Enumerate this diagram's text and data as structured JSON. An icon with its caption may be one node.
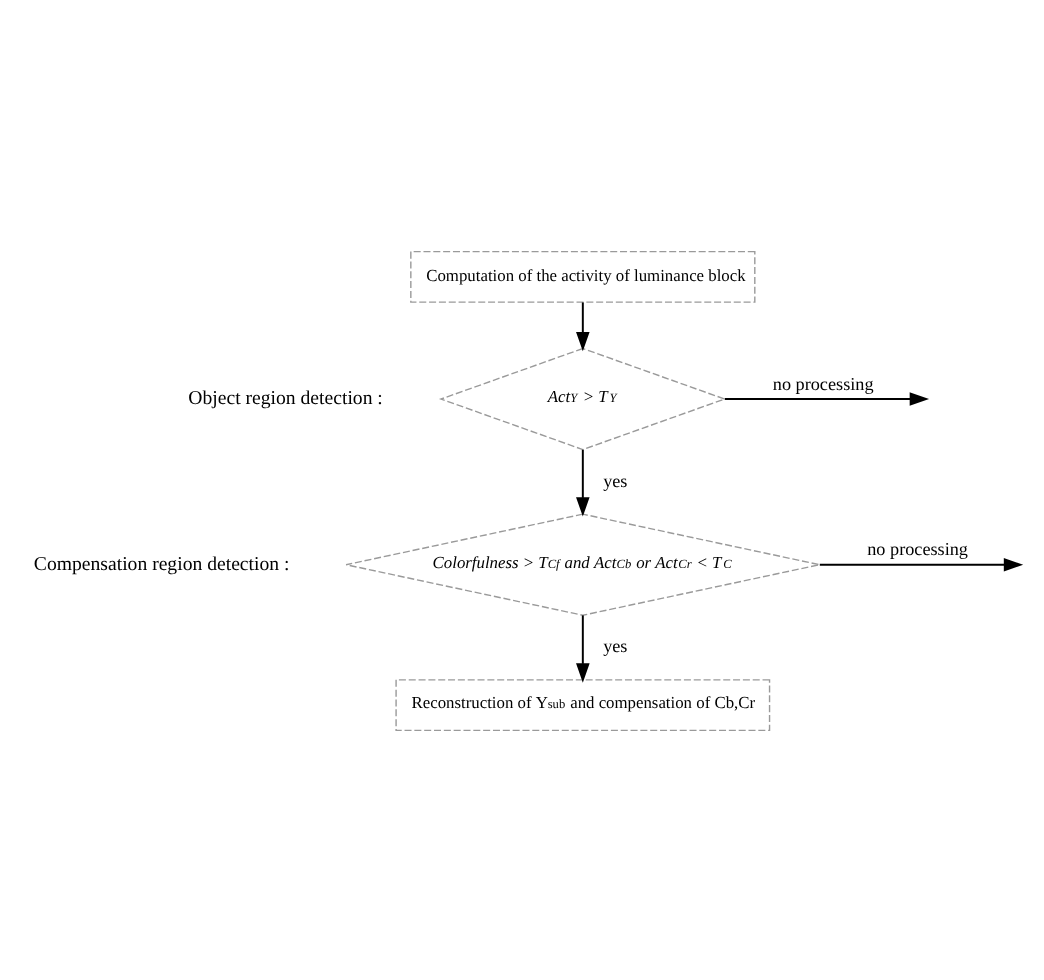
{
  "diagram": {
    "nodes": [
      {
        "text": [
          "Computation of the activity of luminance block"
        ]
      },
      {
        "text": [
          "Act$_{Y}$ > T$_{Y}$"
        ]
      },
      {
        "text": [
          "Colorfulness > T$_{Cf}$ and Act$_{Cb}$ or Act$_{Cr}$ < T$_{C}$"
        ]
      },
      {
        "text": [
          "Reconstruction of Y$_{sub}$ and compensation of Cb,Cr"
        ]
      }
    ],
    "edges": [
      {
        "from": 0,
        "to": 1,
        "arrow": "to"
      },
      {
        "from": 1,
        "to": null,
        "arrow": "to",
        "label": "no processing"
      },
      {
        "from": 1,
        "to": 2,
        "arrow": "to",
        "label": "yes"
      },
      {
        "from": 2,
        "to": null,
        "arrow": "to",
        "label": "no processing"
      },
      {
        "from": 2,
        "to": 3,
        "arrow": "to",
        "label": "yes"
      }
    ],
    "labels": [
      "Object region detection :",
      "Compensation region detection :"
    ]
  }
}
